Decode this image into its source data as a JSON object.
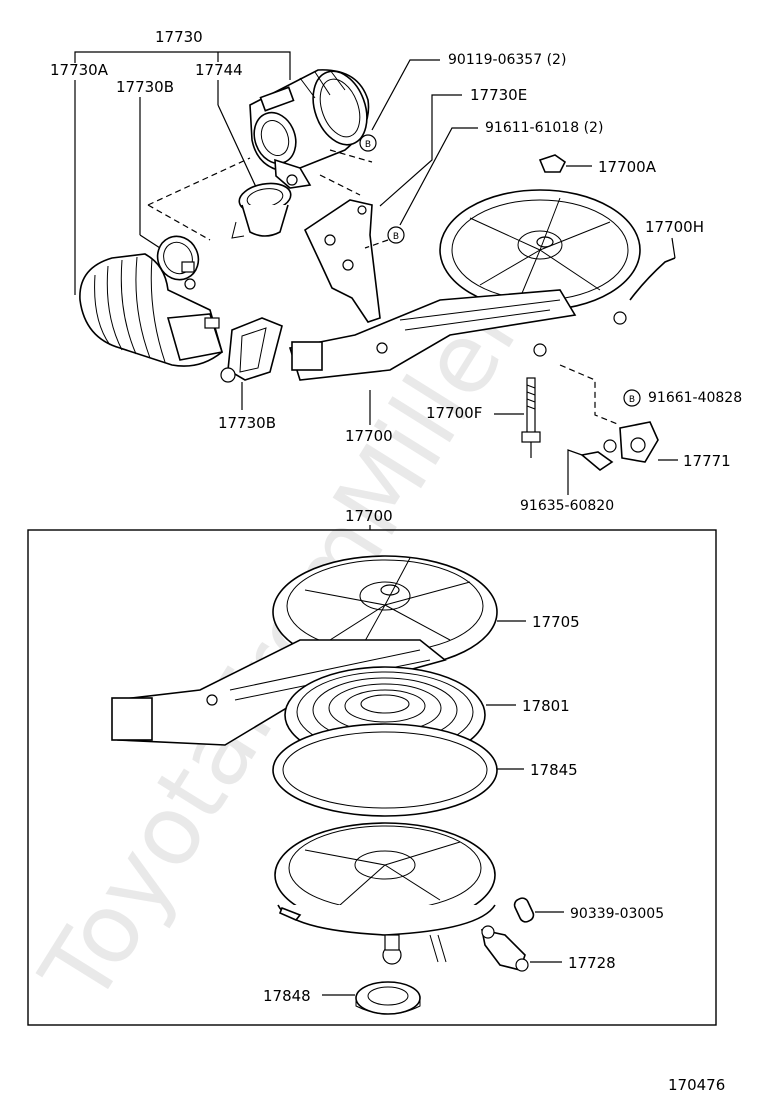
{
  "watermark": "ToyotaFromMiller.ru",
  "diagram_number": "170476",
  "bolt_marker": "B",
  "labels": {
    "p17730": "17730",
    "p17730A": "17730A",
    "p17744": "17744",
    "p17730B_top": "17730B",
    "p90119": "90119-06357 (2)",
    "p17730E": "17730E",
    "p91611": "91611-61018 (2)",
    "p17700A": "17700A",
    "p17700H": "17700H",
    "p91661": "91661-40828",
    "p17700F": "17700F",
    "p17771": "17771",
    "p91635": "91635-60820",
    "p17730B_bottom": "17730B",
    "p17700_upper": "17700",
    "p17700_box": "17700",
    "p17705": "17705",
    "p17801": "17801",
    "p17845": "17845",
    "p90339": "90339-03005",
    "p17728": "17728",
    "p17848": "17848"
  }
}
